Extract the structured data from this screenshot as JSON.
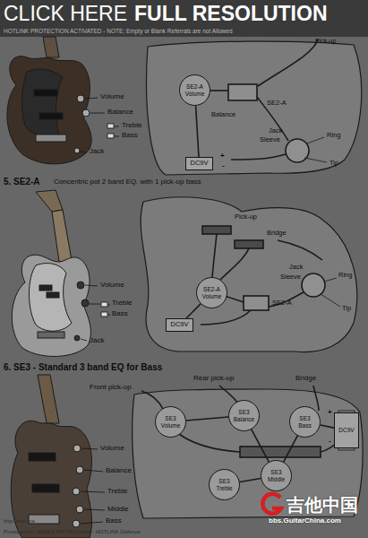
{
  "diagram": {
    "nodes": [
      {
        "text": [
          "SE2-A Volume"
        ]
      },
      {
        "text": [
          "DC9V"
        ]
      },
      {
        "text": [
          "SE2-A Volume"
        ]
      },
      {
        "text": [
          "DC9V"
        ]
      },
      {
        "text": [
          "SE3 Volume"
        ]
      },
      {
        "text": [
          "SE3 Balance"
        ]
      },
      {
        "text": [
          "SE3 Bass"
        ]
      },
      {
        "text": [
          "SE3 Treble"
        ]
      },
      {
        "text": [
          "SE3 Middle"
        ]
      },
      {
        "text": [
          "DC9V"
        ]
      }
    ],
    "edges": [
      {
        "from": 1,
        "to": 0,
        "arrow": "none"
      },
      {
        "from": 3,
        "to": 2,
        "arrow": "none"
      },
      {
        "from": 4,
        "to": 5,
        "arrow": "none"
      },
      {
        "from": 5,
        "to": 8,
        "arrow": "none"
      },
      {
        "from": 6,
        "to": 8,
        "arrow": "none"
      },
      {
        "from": 7,
        "to": 8,
        "arrow": "none"
      },
      {
        "from": 9,
        "to": 6,
        "arrow": "none"
      }
    ],
    "labels": [
      "CLICK HERE",
      "FULL RESOLUTION",
      "HOTLINK PROTECTION ACTIVATED - NOTE: Empty or Blank Referrals are not Allowed",
      "Volume",
      "Balance",
      "Treble",
      "Bass",
      "Jack",
      "Pick-up",
      "Balance",
      "SE2-A",
      "Jack",
      "Sleeve",
      "Ring",
      "Tip",
      "+",
      "-",
      "5. SE2-A",
      "Concentric pot 2 band EQ. with 1 pick-up bass",
      "Volume",
      "Treble",
      "Bass",
      "Jack",
      "Pick-up",
      "Bridge",
      "Jack",
      "Sleeve",
      "Ring",
      "Tip",
      "SE2-A",
      "6. SE3 - Standard 3 band EQ for Bass",
      "Volume",
      "Balance",
      "Treble",
      "Middle",
      "Bass",
      "Front pick-up",
      "Rear pick-up",
      "Bridge",
      "+",
      "-",
      "http://truit.me",
      "Protected by: MyREV WP-PICShield - HOTLINK Defence",
      "吉他中国",
      "bbs.GuitarChina.com"
    ]
  }
}
